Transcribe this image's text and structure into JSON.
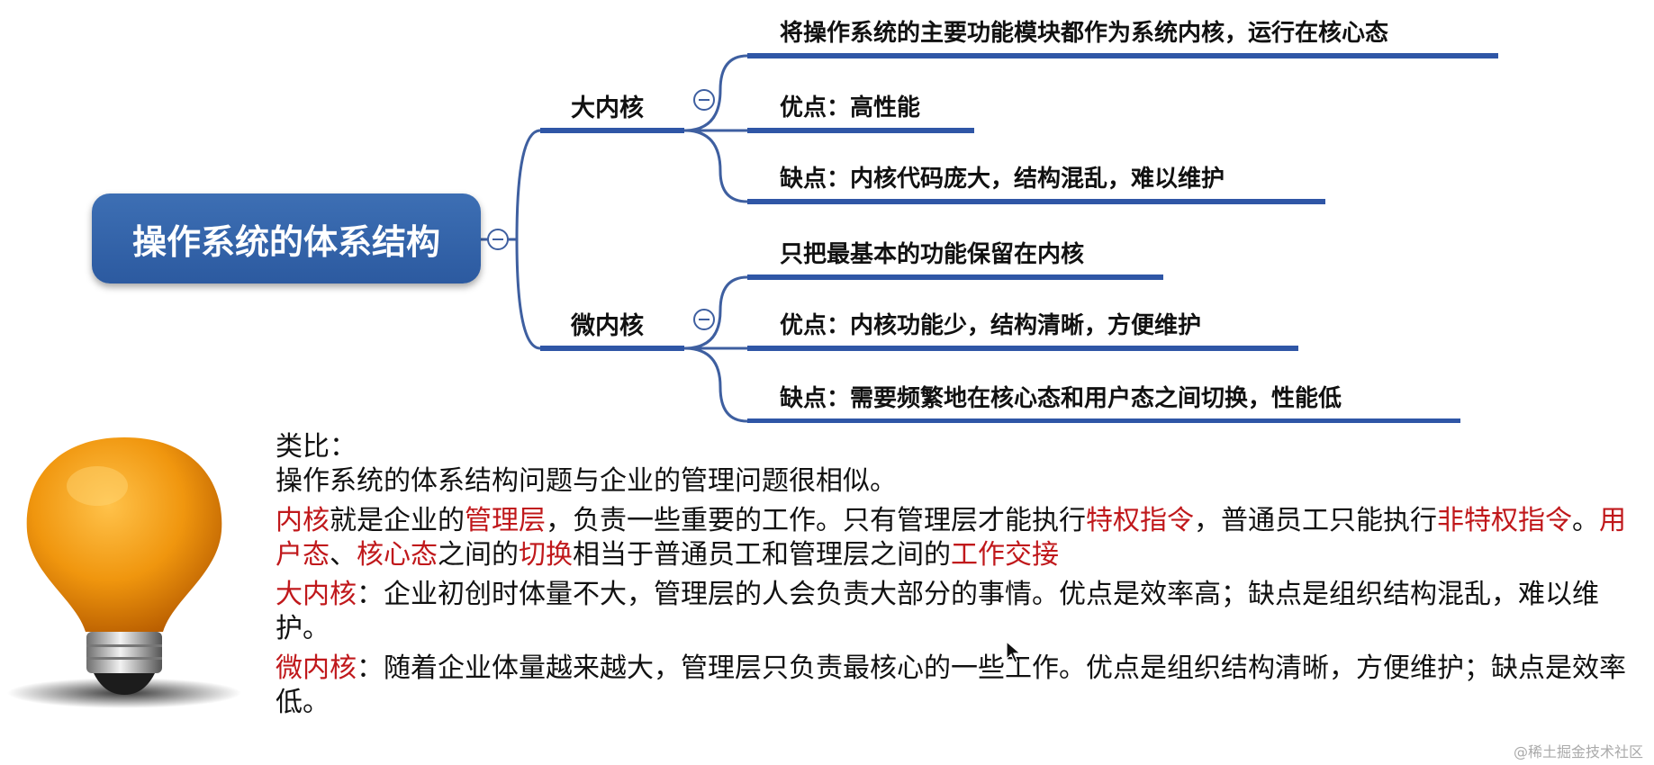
{
  "mindmap": {
    "root": "操作系统的体系结构",
    "branches": [
      {
        "label": "大内核",
        "leaves": [
          "将操作系统的主要功能模块都作为系统内核，运行在核心态",
          "优点：高性能",
          "缺点：内核代码庞大，结构混乱，难以维护"
        ]
      },
      {
        "label": "微内核",
        "leaves": [
          "只把最基本的功能保留在内核",
          "优点：内核功能少，结构清晰，方便维护",
          "缺点：需要频繁地在核心态和用户态之间切换，性能低"
        ]
      }
    ],
    "colors": {
      "root_bg": "#2c5aa0",
      "line": "#3e5fa0",
      "underline": "#2f56a6"
    }
  },
  "analogy": {
    "title": "类比：",
    "intro": "操作系统的体系结构问题与企业的管理问题很相似。",
    "p1": {
      "t1": "内核",
      "t2": "就是企业的",
      "t3": "管理层",
      "t4": "，负责一些重要的工作。只有管理层才能执行",
      "t5": "特权指令",
      "t6": "，普通员工只能执行",
      "t7": "非特权指令",
      "t8": "。",
      "t9": "用户态",
      "t10": "、",
      "t11": "核心态",
      "t12": "之间的",
      "t13": "切换",
      "t14": "相当于普通员工和管理层之间的",
      "t15": "工作交接"
    },
    "p2": {
      "t1": "大内核",
      "t2": "：企业初创时体量不大，管理层的人会负责大部分的事情。优点是效率高；缺点是组织结构混乱，难以维护。"
    },
    "p3": {
      "t1": "微内核",
      "t2": "：随着企业体量越来越大，管理层只负责最核心的一些工作。优点是组织结构清晰，方便维护；缺点是效率低。"
    },
    "highlight_color": "#c0181b"
  },
  "watermark": "@稀土掘金技术社区"
}
